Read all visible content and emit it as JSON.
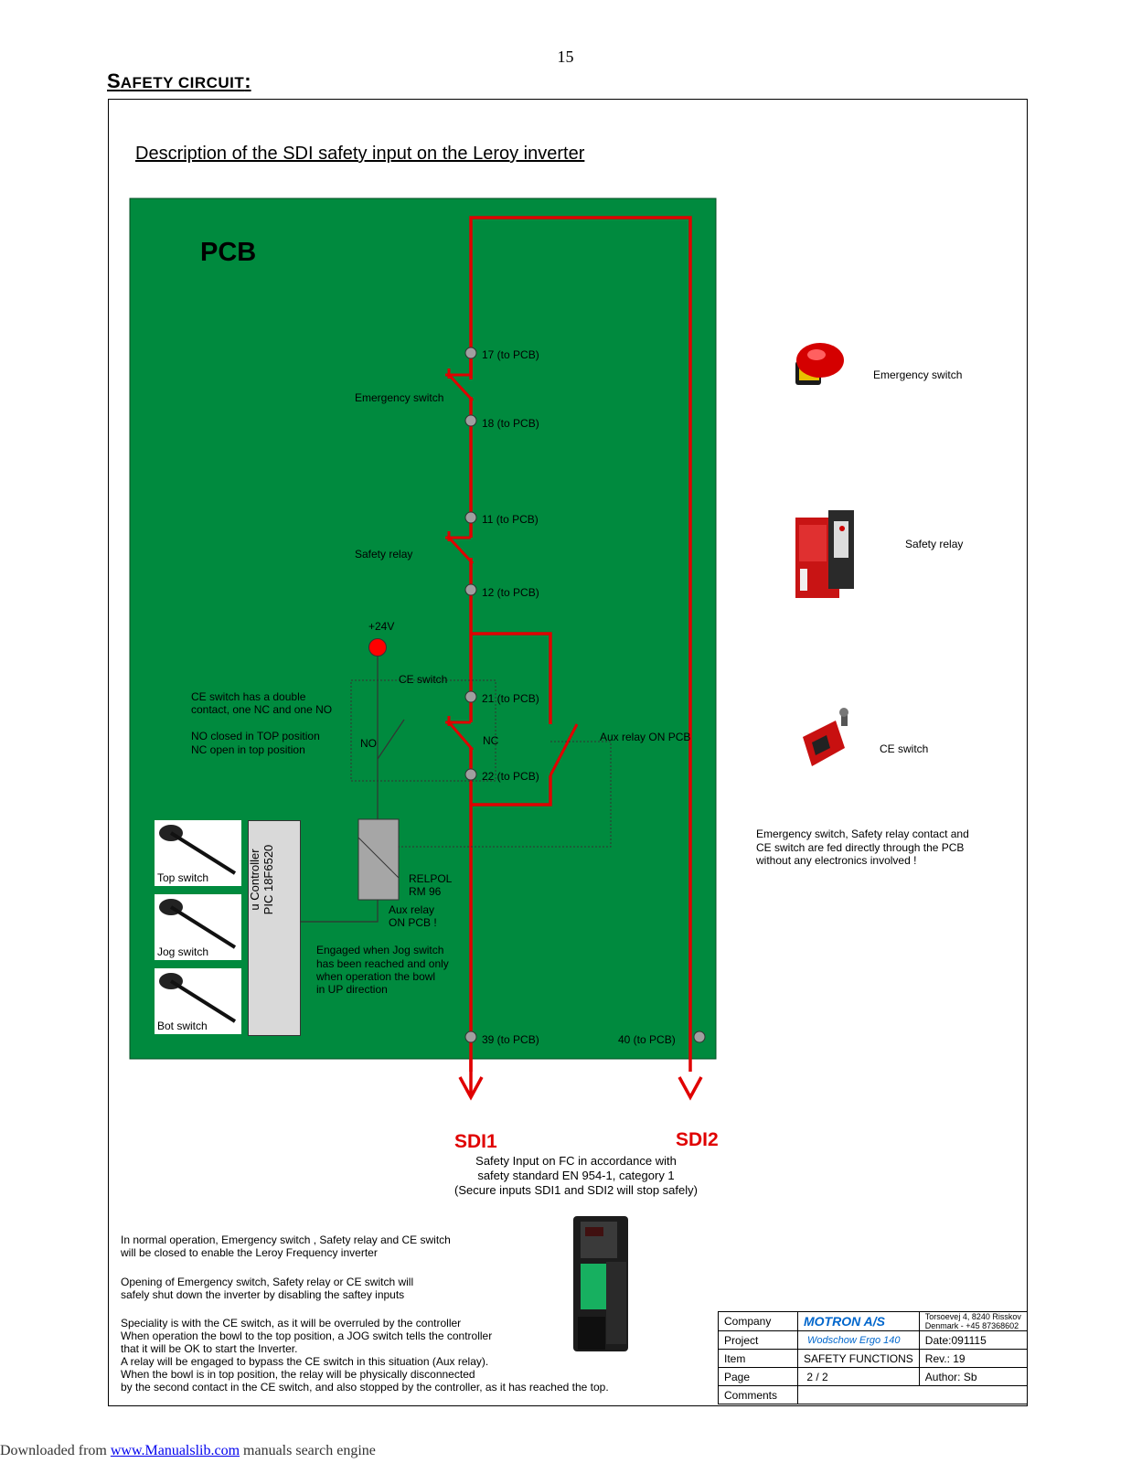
{
  "page_number": "15",
  "section_title": {
    "first": "S",
    "rest": "AFETY CIRCUIT",
    "colon": ":"
  },
  "description_title": "Description of the SDI safety input on  the Leroy inverter",
  "pcb_label": "PCB",
  "terminals": {
    "t17": "17 (to PCB)",
    "t18": "18 (to PCB)",
    "t11": "11 (to PCB)",
    "t12": "12 (to PCB)",
    "t21": "21 (to PCB)",
    "t22": "22 (to PCB)",
    "t39": "39 (to PCB)",
    "t40": "40 (to PCB)"
  },
  "labels": {
    "emergency_switch": "Emergency switch",
    "safety_relay": "Safety relay",
    "plus24v": "+24V",
    "ce_switch": "CE switch",
    "no": "NO",
    "nc": "NC",
    "aux_relay_on_pcb": "Aux relay ON PCB",
    "relpol_1": "RELPOL",
    "relpol_2": "RM 96",
    "aux_relay_1": "Aux relay",
    "aux_relay_2": "ON PCB !",
    "ce_note": [
      "CE switch has a double",
      "contact, one NC and one NO",
      "",
      "NO closed in TOP position",
      "NC open in top position"
    ],
    "engaged_note": [
      "Engaged when Jog switch",
      "has been reached and only",
      "when operation the bowl",
      "in UP direction"
    ],
    "controller_1": "u Controller",
    "controller_2": "PIC 18F6520",
    "top_switch": "Top switch",
    "jog_switch": "Jog switch",
    "bot_switch": "Bot switch"
  },
  "sdi1": "SDI1",
  "sdi2": "SDI2",
  "safety_input_note": [
    "Safety Input on FC in accordance with",
    "safety standard EN 954-1, category 1",
    "(Secure inputs SDI1 and SDI2 will stop safely)"
  ],
  "photos": {
    "emergency_switch": "Emergency switch",
    "safety_relay": "Safety relay",
    "ce_switch": "CE switch"
  },
  "fed_note": [
    "Emergency switch, Safety relay contact and",
    "CE switch are fed directly through the PCB",
    "without any electronics involved !"
  ],
  "paragraphs": {
    "p1": [
      "In normal operation, Emergency switch , Safety relay and CE switch",
      "will be closed to enable the Leroy Frequency inverter"
    ],
    "p2": [
      "Opening of Emergency switch, Safety relay or CE switch will",
      "safely shut down the inverter by disabling the saftey inputs"
    ],
    "p3": [
      "Speciality is with the CE switch, as it will be overruled by the controller",
      "When operation the bowl to the top position, a JOG switch tells the controller",
      "that it will be OK to start the Inverter.",
      "A relay will be engaged to bypass the CE switch in this situation (Aux relay).",
      "When the bowl is in top position, the relay will be physically disconnected",
      "by the second contact in the CE switch, and also stopped by the controller, as it has reached the top."
    ]
  },
  "title_block": {
    "company_label": "Company",
    "company": "MOTRON A/S",
    "address_1": "Torsoevej 4, 8240 Risskov",
    "address_2": "Denmark  -  +45 87368602",
    "project_label": "Project",
    "project": "Wodschow Ergo 140",
    "date": "Date:091115",
    "item_label": "Item",
    "item": "SAFETY FUNCTIONS",
    "rev": "Rev.:   19",
    "page_label": "Page",
    "page": " 2 / 2",
    "author": "Author: Sb",
    "comments_label": "Comments",
    "comments": ""
  },
  "footer": {
    "prefix": "Downloaded from ",
    "link": "www.Manualslib.com",
    "suffix": "  manuals search engine"
  },
  "colors": {
    "pcb_green": "#008a3e",
    "wire_red": "#e00000",
    "link_blue": "#0066cc"
  }
}
